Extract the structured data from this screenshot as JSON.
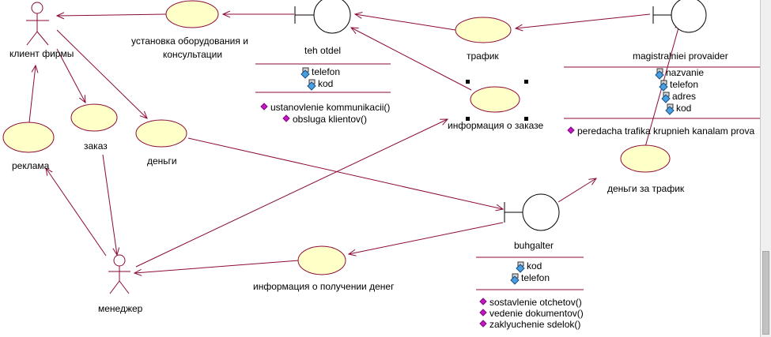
{
  "colors": {
    "line": "#8b0a3a",
    "ellipse_fill": "#ffffc8",
    "ellipse_stroke": "#8b0a3a",
    "class_sep": "#8b0a3a",
    "method_icon": "#c418c4"
  },
  "actors": {
    "client": "клиент фирмы",
    "manager": "менеджер"
  },
  "usecases": {
    "install": "установка оборудования и консультации",
    "traffic": "трафик",
    "order_info": "информация о заказе",
    "advert": "реклама",
    "order": "заказ",
    "money": "деньги",
    "payment_info": "информация о получении денег",
    "traffic_money": "деньги за трафик"
  },
  "classes": {
    "teh_otdel": {
      "name": "teh otdel",
      "attributes": [
        "telefon",
        "kod"
      ],
      "methods": [
        "ustanovlenie kommunikacii()",
        "obsluga klientov()"
      ]
    },
    "provider": {
      "name": "magistralniei provaider",
      "attributes": [
        "nazvanie",
        "telefon",
        "adres",
        "kod"
      ],
      "methods": [
        "peredacha trafika  krupnieh kanalam prova"
      ]
    },
    "buhgalter": {
      "name": "buhgalter",
      "attributes": [
        "kod",
        "telefon"
      ],
      "methods": [
        "sostavlenie otchetov()",
        "vedenie dokumentov()",
        "zaklyuchenie sdelok()"
      ]
    }
  },
  "icons": {
    "attribute": "key-attribute-icon",
    "method": "diamond-method-icon",
    "boundary": "boundary-class-icon",
    "actor": "stick-figure-actor-icon"
  }
}
